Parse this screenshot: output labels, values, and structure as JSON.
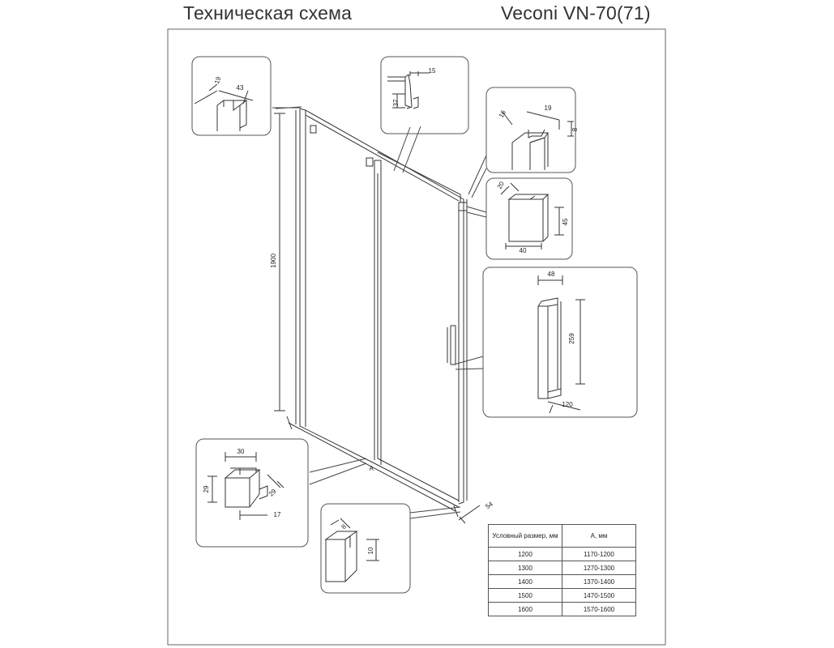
{
  "header": {
    "title": "Техническая схема",
    "model": "Veconi VN-70(71)"
  },
  "dimensions": {
    "top_left_19": "19",
    "top_left_43": "43",
    "top_mid_15": "15",
    "top_mid_37": "37",
    "tr_16": "16",
    "tr_19": "19",
    "tr_8": "8",
    "box_20": "20",
    "box_45": "45",
    "box_40": "40",
    "handle_48": "48",
    "handle_259": "259",
    "handle_120": "120",
    "main_height": "1900",
    "hinge_30": "30",
    "hinge_29a": "29",
    "hinge_29b": "29",
    "hinge_17": "17",
    "profile_8": "8",
    "profile_10": "10",
    "label_a": "A",
    "depth_54": "54"
  },
  "size_table": {
    "headers": [
      "Условный размер, мм",
      "А, мм"
    ],
    "rows": [
      [
        "1200",
        "1170-1200"
      ],
      [
        "1300",
        "1270-1300"
      ],
      [
        "1400",
        "1370-1400"
      ],
      [
        "1500",
        "1470-1500"
      ],
      [
        "1600",
        "1570-1600"
      ]
    ]
  }
}
